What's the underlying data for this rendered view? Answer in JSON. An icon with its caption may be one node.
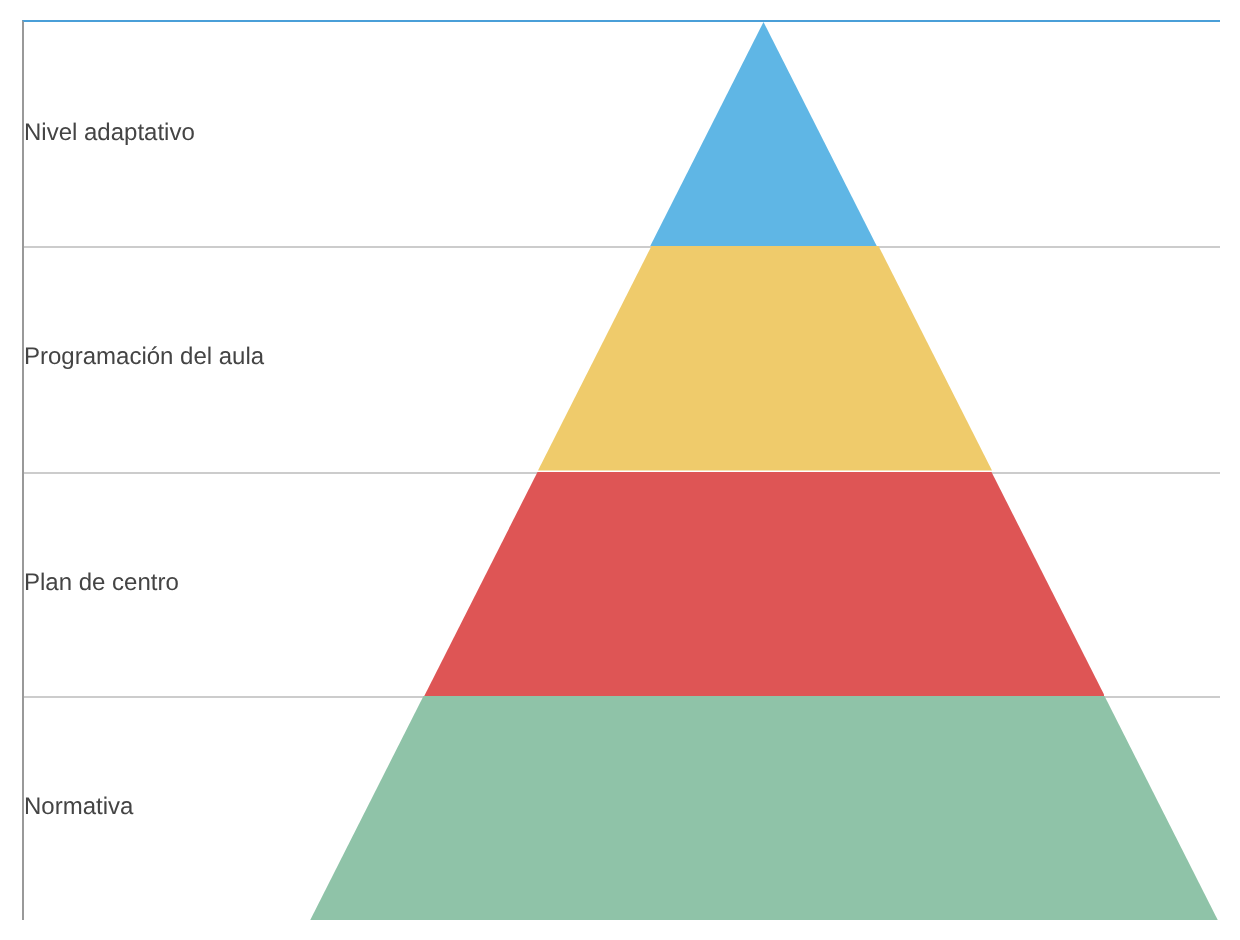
{
  "diagram": {
    "nodes": [
      {
        "text": [],
        "shape": "triangle"
      },
      {
        "text": [],
        "shape": "trapezoid"
      },
      {
        "text": [],
        "shape": "trapezoid"
      },
      {
        "text": [],
        "shape": "trapezoid"
      }
    ],
    "labels": [
      "Nivel adaptativo",
      "Programación del aula",
      "Plan de centro",
      "Normativa"
    ]
  }
}
